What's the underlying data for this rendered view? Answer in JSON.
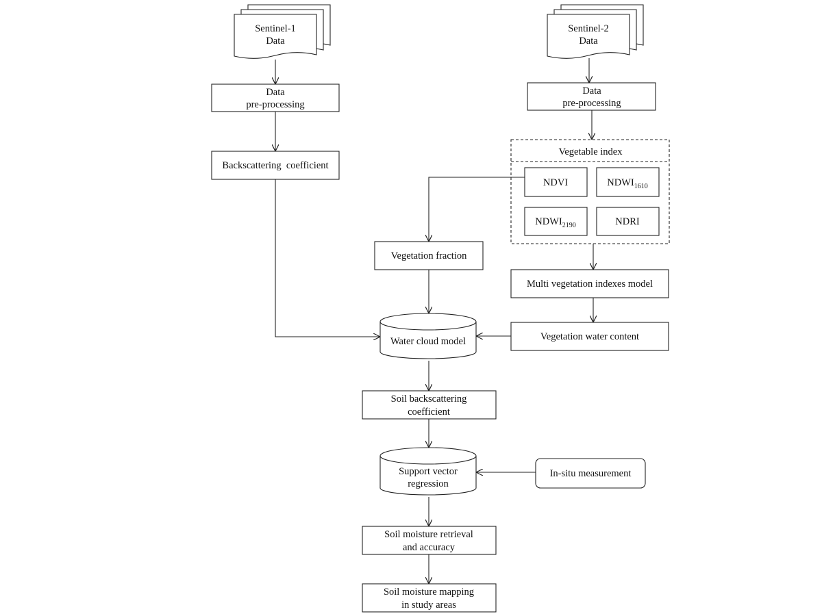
{
  "diagram": {
    "sentinel1": {
      "line1": "Sentinel-1",
      "line2": "Data"
    },
    "sentinel2": {
      "line1": "Sentinel-2",
      "line2": "Data"
    },
    "preproc1": {
      "line1": "Data",
      "line2": "pre-processing"
    },
    "preproc2": {
      "line1": "Data",
      "line2": "pre-processing"
    },
    "backscatter": "Backscattering  coefficient",
    "vegetable_index": {
      "title": "Vegetable index",
      "ndvi": "NDVI",
      "ndwi1610": {
        "base": "NDWI",
        "sub": "1610"
      },
      "ndwi2190": {
        "base": "NDWI",
        "sub": "2190"
      },
      "ndri": "NDRI"
    },
    "vegetation_fraction": "Vegetation fraction",
    "multi_model": "Multi vegetation indexes model",
    "water_cloud": "Water cloud model",
    "veg_water": "Vegetation water content",
    "soil_backscatter": {
      "line1": "Soil backscattering",
      "line2": "coefficient"
    },
    "svr": {
      "line1": "Support vector",
      "line2": "regression"
    },
    "insitu": "In-situ measurement",
    "retrieval": {
      "line1": "Soil moisture retrieval",
      "line2": "and accuracy"
    },
    "mapping": {
      "line1": "Soil moisture mapping",
      "line2": "in study areas"
    }
  }
}
